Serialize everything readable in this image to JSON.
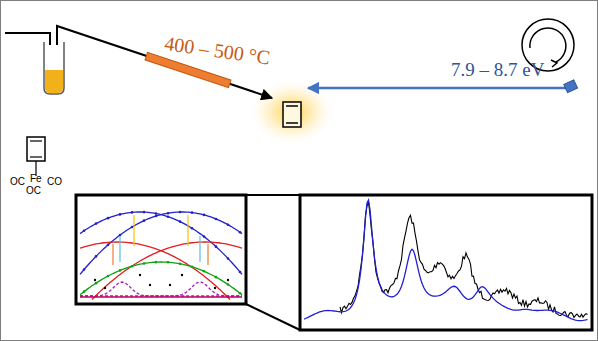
{
  "diagram": {
    "labels": [
      "400 – 500 °C",
      "7.9 – 8.7 eV",
      "OC",
      "Fe",
      "CO",
      "OC"
    ]
  }
}
